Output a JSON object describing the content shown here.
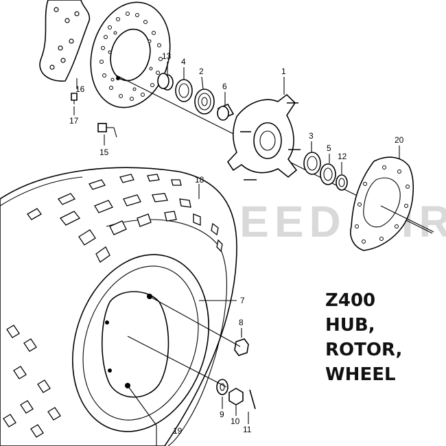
{
  "watermark": "HIGH SPEED DIRT!",
  "title_lines": [
    "Z400",
    "HUB,",
    "ROTOR,",
    "WHEEL"
  ],
  "callouts": [
    "1",
    "2",
    "3",
    "4",
    "5",
    "6",
    "7",
    "8",
    "9",
    "10",
    "11",
    "12",
    "13",
    "15",
    "16",
    "17",
    "18",
    "19",
    "20"
  ]
}
